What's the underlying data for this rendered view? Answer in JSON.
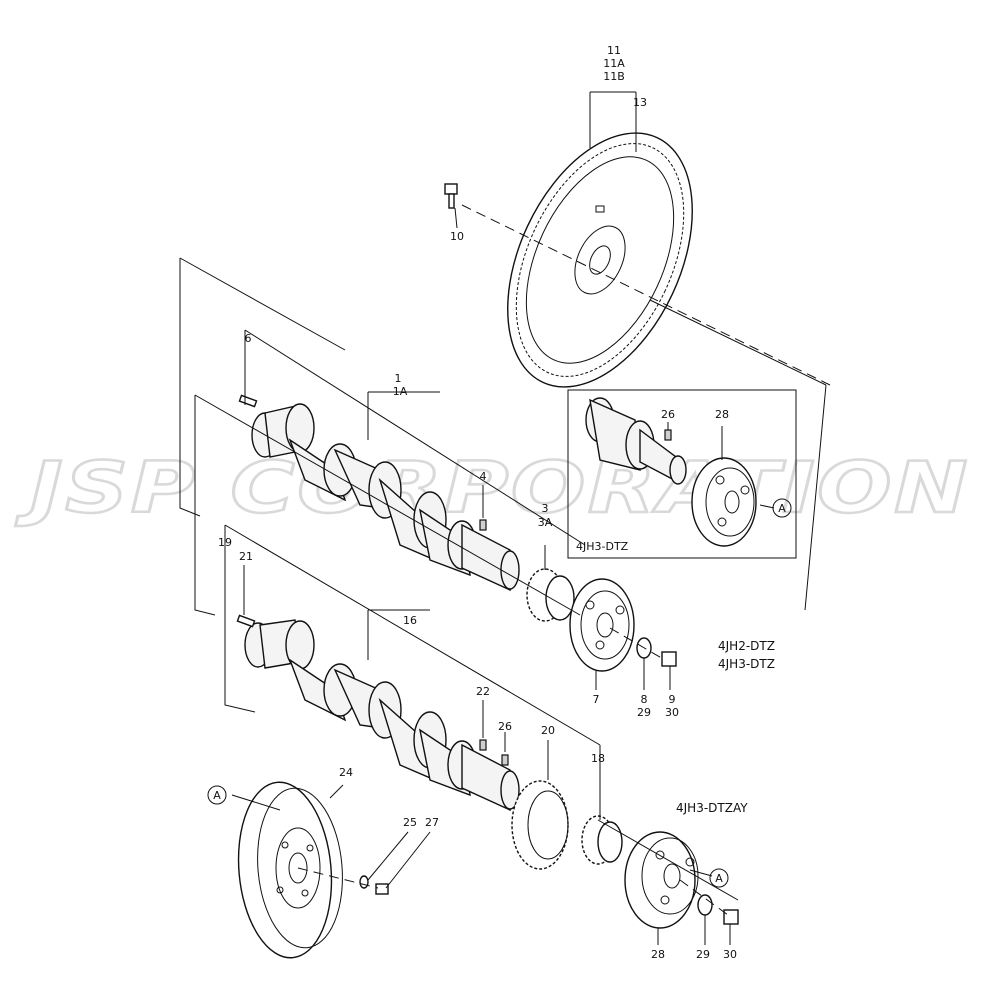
{
  "watermark": "JSP CORPORATION",
  "callouts": {
    "flywheel": [
      "11",
      "11A",
      "11B"
    ],
    "ring_gear": "13",
    "flywheel_bolt": "10",
    "dowel_pin": "6",
    "crankshaft": [
      "1",
      "1A"
    ],
    "key_upper": "4",
    "crank_gear_upper": [
      "3",
      "3A"
    ],
    "pulley_upper": "7",
    "washer_upper": [
      "8",
      "29"
    ],
    "bolt_upper": [
      "9",
      "30"
    ],
    "crankshaft_lower_a": "19",
    "dowel_lower": "21",
    "crankshaft_lower": "16",
    "key_lower": "22",
    "key_lower_b": "26",
    "gear_large": "20",
    "gear_small": "18",
    "damper": "24",
    "damper_washer": "25",
    "damper_bolt": "27",
    "pulley_lower": "28",
    "washer_lower": "29",
    "bolt_lower": "30",
    "inset_key": "26",
    "inset_pulley": "28",
    "ref_a": "A"
  },
  "model_labels": {
    "upper": [
      "4JH2-DTZ",
      "4JH3-DTZ"
    ],
    "lower": "4JH3-DTZAY",
    "inset": "4JH3-DTZ"
  }
}
